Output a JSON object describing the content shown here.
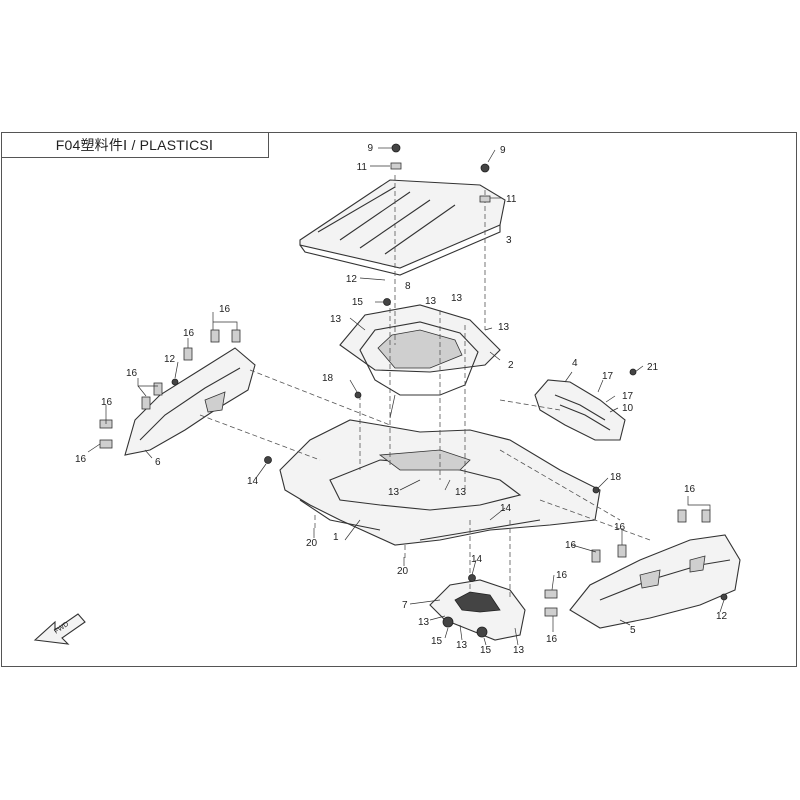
{
  "title": "F04塑料件Ⅰ / PLASTICSⅠ",
  "callouts": [
    {
      "id": "c9a",
      "text": "9"
    },
    {
      "id": "c9b",
      "text": "9"
    },
    {
      "id": "c11a",
      "text": "11"
    },
    {
      "id": "c11b",
      "text": "11"
    },
    {
      "id": "c3",
      "text": "3"
    },
    {
      "id": "c12a",
      "text": "12"
    },
    {
      "id": "c8",
      "text": "8"
    },
    {
      "id": "c15a",
      "text": "15"
    },
    {
      "id": "c13a",
      "text": "13"
    },
    {
      "id": "c13b",
      "text": "13"
    },
    {
      "id": "c13c",
      "text": "13"
    },
    {
      "id": "c13d",
      "text": "13"
    },
    {
      "id": "c2",
      "text": "2"
    },
    {
      "id": "c4",
      "text": "4"
    },
    {
      "id": "c21",
      "text": "21"
    },
    {
      "id": "c17a",
      "text": "17"
    },
    {
      "id": "c17b",
      "text": "17"
    },
    {
      "id": "c10",
      "text": "10"
    },
    {
      "id": "c18a",
      "text": "18"
    },
    {
      "id": "c16a",
      "text": "16"
    },
    {
      "id": "c16b",
      "text": "16"
    },
    {
      "id": "c12b",
      "text": "12"
    },
    {
      "id": "c16c",
      "text": "16"
    },
    {
      "id": "c16d",
      "text": "16"
    },
    {
      "id": "c16e",
      "text": "16"
    },
    {
      "id": "c6",
      "text": "6"
    },
    {
      "id": "c14a",
      "text": "14"
    },
    {
      "id": "c13e",
      "text": "13"
    },
    {
      "id": "c13f",
      "text": "13"
    },
    {
      "id": "c1",
      "text": "1"
    },
    {
      "id": "c20a",
      "text": "20"
    },
    {
      "id": "c18b",
      "text": "18"
    },
    {
      "id": "c14b",
      "text": "14"
    },
    {
      "id": "c16f",
      "text": "16"
    },
    {
      "id": "c16g",
      "text": "16"
    },
    {
      "id": "c16h",
      "text": "16"
    },
    {
      "id": "c20b",
      "text": "20"
    },
    {
      "id": "c14c",
      "text": "14"
    },
    {
      "id": "c7",
      "text": "7"
    },
    {
      "id": "c16i",
      "text": "16"
    },
    {
      "id": "c12c",
      "text": "12"
    },
    {
      "id": "c13g",
      "text": "13"
    },
    {
      "id": "c15b",
      "text": "15"
    },
    {
      "id": "c13h",
      "text": "13"
    },
    {
      "id": "c15c",
      "text": "15"
    },
    {
      "id": "c13i",
      "text": "13"
    },
    {
      "id": "c16j",
      "text": "16"
    },
    {
      "id": "c5",
      "text": "5"
    }
  ]
}
